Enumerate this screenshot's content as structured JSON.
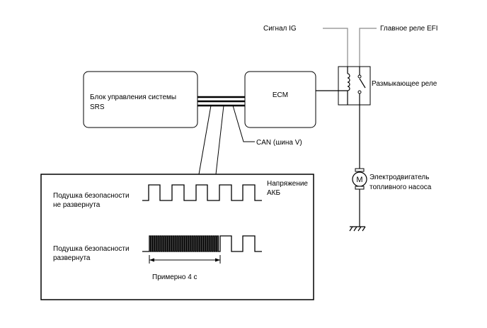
{
  "labels": {
    "ig_signal": "Сигнал IG",
    "efi_relay": "Главное реле EFI",
    "cutoff_relay": "Размыкающее реле",
    "srs_unit_line1": "Блок управления системы",
    "srs_unit_line2": "SRS",
    "ecm": "ECM",
    "can_bus": "CAN (шина V)",
    "motor_symbol": "M",
    "pump_line1": "Электродвигатель",
    "pump_line2": "топливного насоса",
    "battery_voltage_line1": "Напряжение",
    "battery_voltage_line2": "АКБ",
    "not_deployed_line1": "Подушка безопасности",
    "not_deployed_line2": "не развернута",
    "deployed_line1": "Подушка безопасности",
    "deployed_line2": "развернута",
    "duration": "Примерно  4 с"
  }
}
